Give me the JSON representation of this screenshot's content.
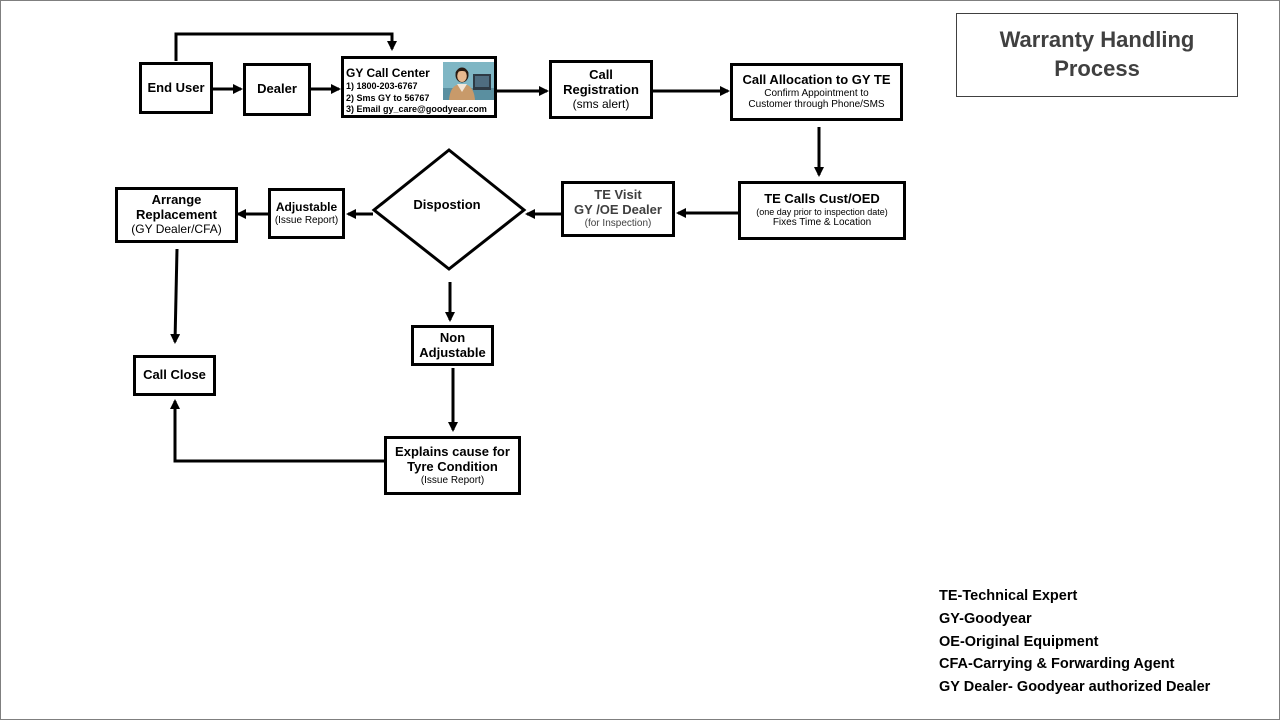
{
  "title": {
    "line1": "Warranty Handling",
    "line2": "Process"
  },
  "nodes": {
    "end_user": "End User",
    "dealer": "Dealer",
    "call_center": {
      "title": "GY  Call Center",
      "line1": "1) 1800-203-6767",
      "line2": "2)  Sms GY to 56767",
      "line3": "3) Email gy_care@goodyear.com",
      "icon": "call-center-agent-icon"
    },
    "call_registration": {
      "line1": "Call",
      "line2": "Registration",
      "line3": "(sms alert)"
    },
    "call_allocation": {
      "title": "Call Allocation to GY TE",
      "line1": "Confirm Appointment  to",
      "line2": "Customer through Phone/SMS"
    },
    "te_calls": {
      "title": "TE Calls Cust/OED",
      "line1": "(one day prior to inspection date)",
      "line2": "Fixes Time  & Location"
    },
    "te_visit": {
      "line1": "TE Visit",
      "line2": "GY /OE Dealer",
      "line3": "(for Inspection)"
    },
    "disposition": "Dispostion",
    "adjustable": {
      "title": "Adjustable",
      "sub": "(Issue Report)"
    },
    "arrange_replacement": {
      "line1": "Arrange",
      "line2": "Replacement",
      "line3": "(GY Dealer/CFA)"
    },
    "call_close": "Call Close",
    "non_adjustable": {
      "line1": "Non",
      "line2": "Adjustable"
    },
    "explains": {
      "line1": "Explains cause for",
      "line2": "Tyre Condition",
      "line3": "(Issue Report)"
    }
  },
  "legend": [
    "TE-Technical Expert",
    "GY-Goodyear",
    "OE-Original Equipment",
    "CFA-Carrying & Forwarding Agent",
    "GY Dealer- Goodyear authorized Dealer"
  ],
  "colors": {
    "title_text": "#404040",
    "border": "#000000"
  }
}
